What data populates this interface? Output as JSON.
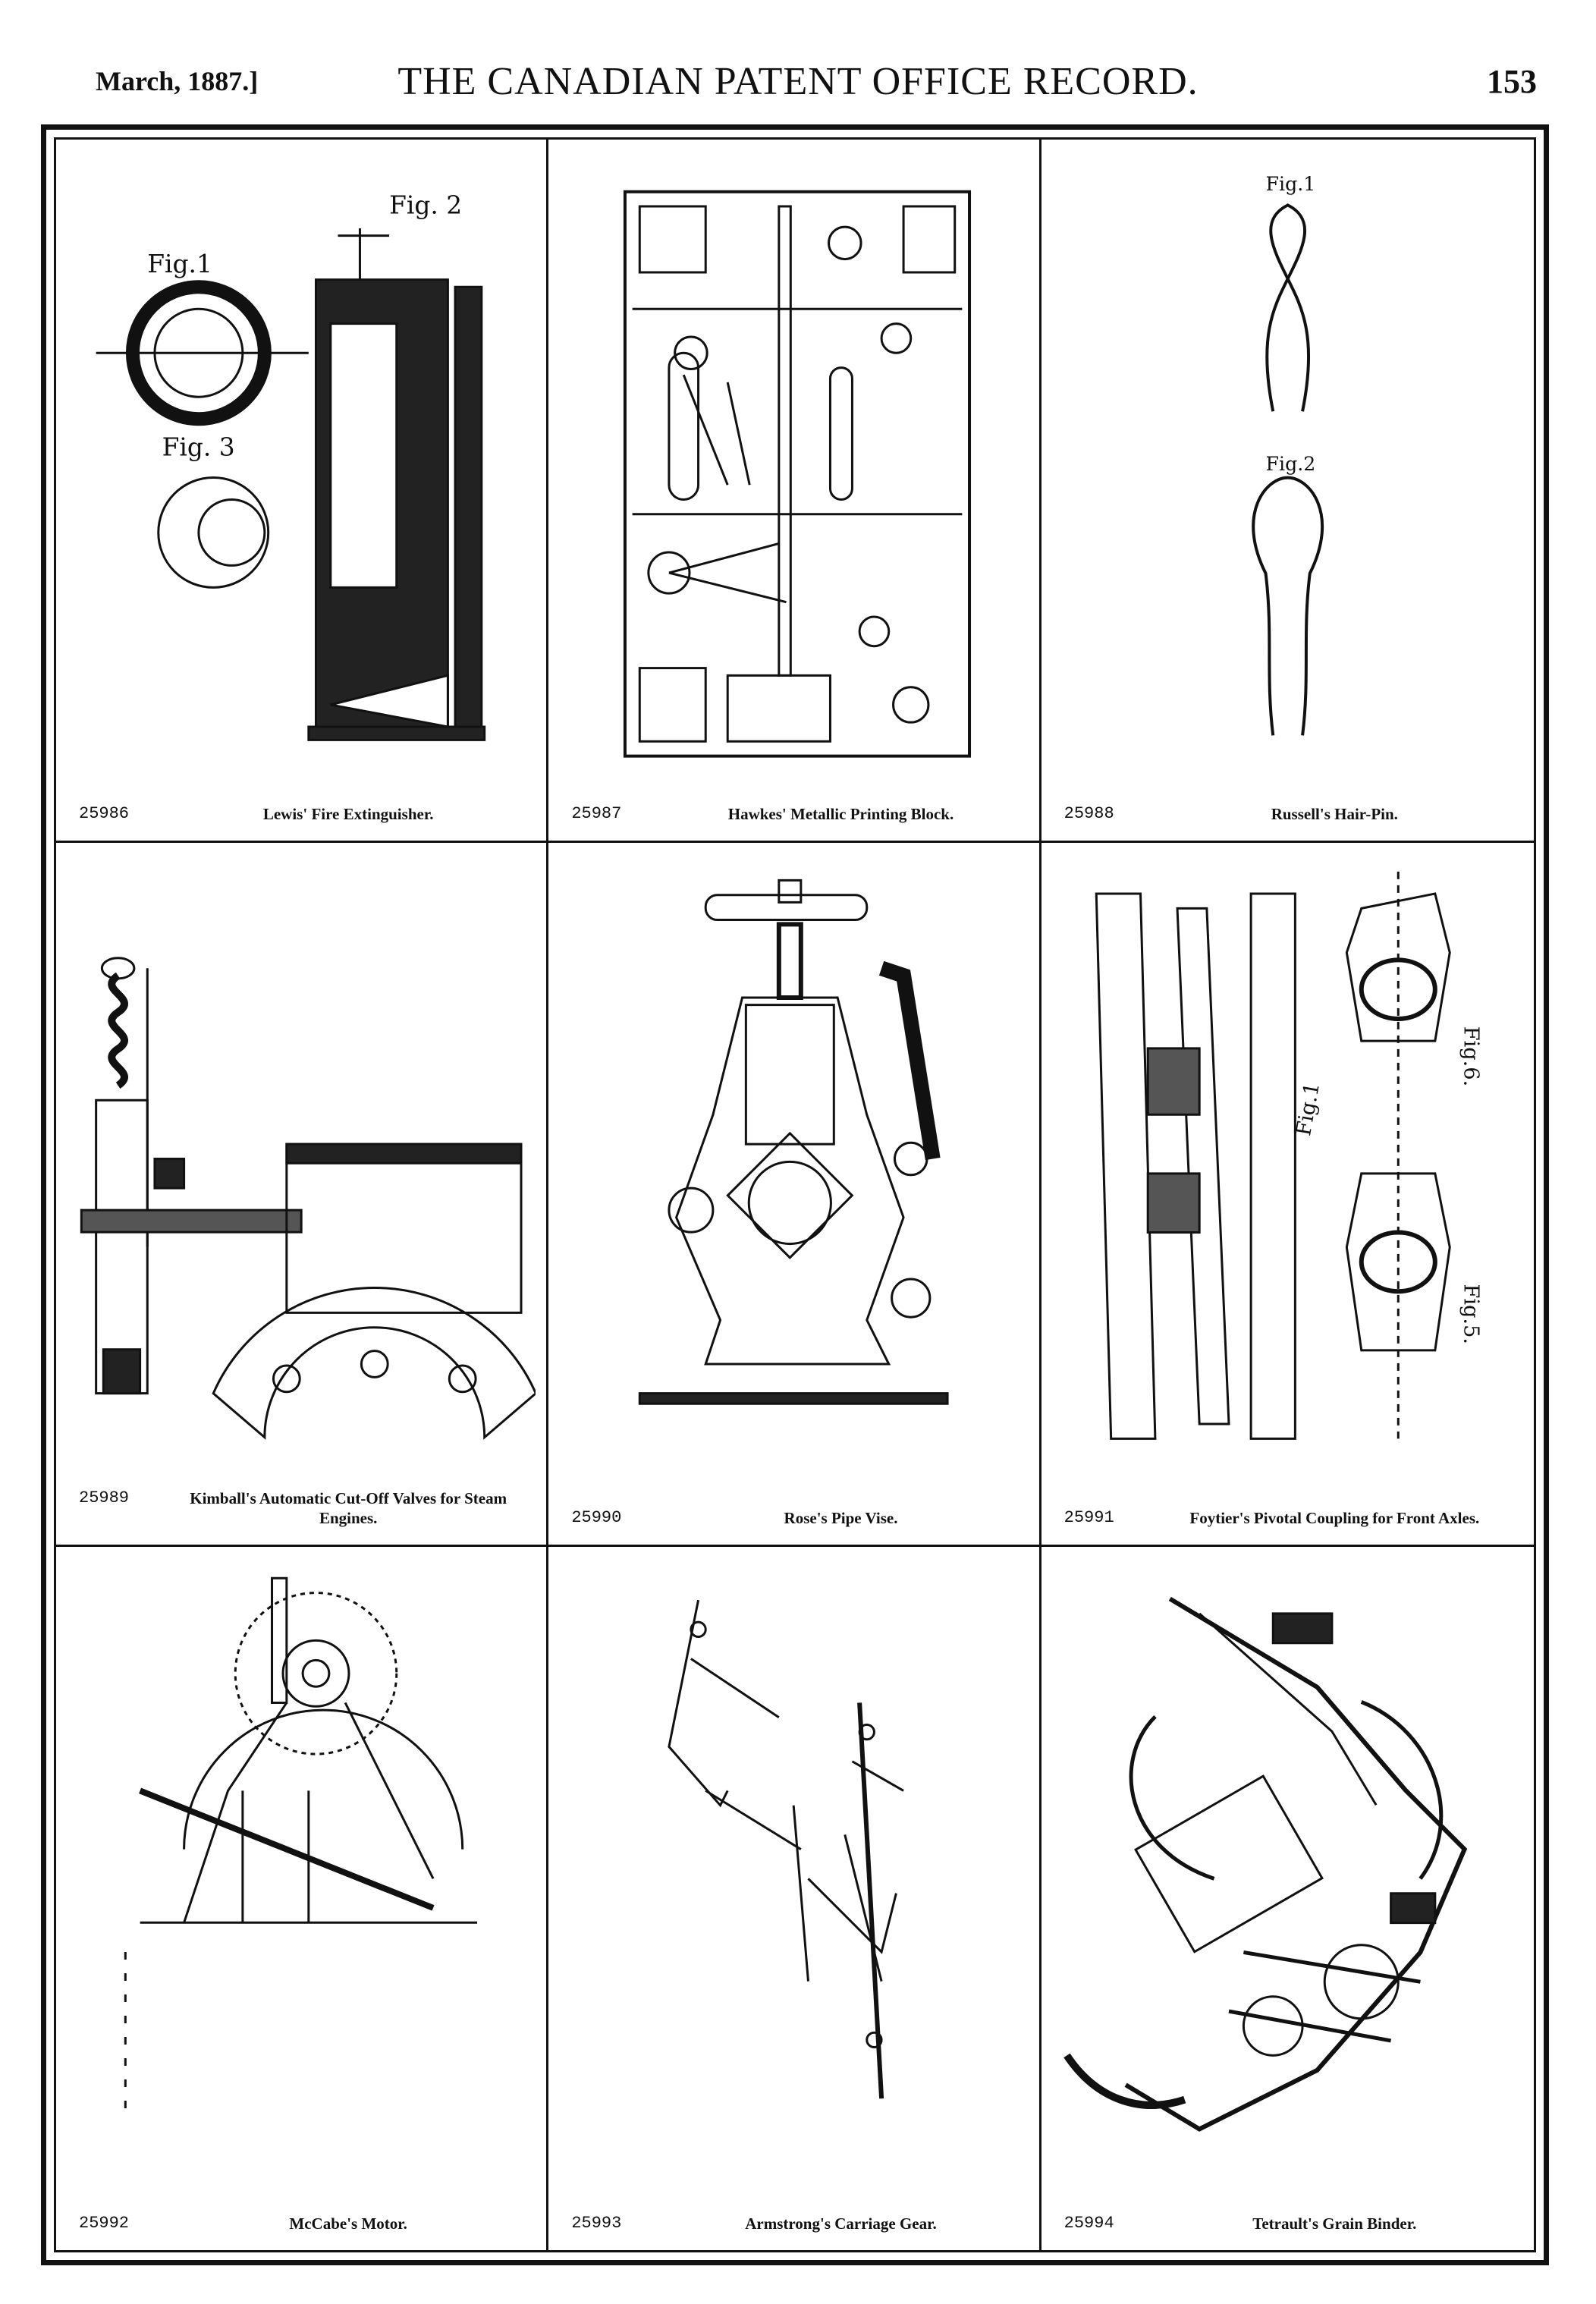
{
  "header": {
    "date": "March, 1887.]",
    "title": "THE CANADIAN PATENT OFFICE RECORD.",
    "page_number": "153"
  },
  "patents": [
    {
      "number": "25986",
      "caption": "Lewis' Fire Extinguisher.",
      "figure_labels": [
        "Fig. 2",
        "Fig.1",
        "Fig. 3"
      ]
    },
    {
      "number": "25987",
      "caption": "Hawkes' Metallic Printing Block."
    },
    {
      "number": "25988",
      "caption": "Russell's Hair-Pin.",
      "figure_labels": [
        "Fig.1",
        "Fig.2"
      ]
    },
    {
      "number": "25989",
      "caption": "Kimball's Automatic Cut-Off Valves for Steam Engines."
    },
    {
      "number": "25990",
      "caption": "Rose's Pipe Vise."
    },
    {
      "number": "25991",
      "caption": "Foytier's Pivotal Coupling for Front Axles.",
      "figure_labels": [
        "Fig.6.",
        "Fig.1",
        "Fig.5."
      ]
    },
    {
      "number": "25992",
      "caption": "McCabe's Motor."
    },
    {
      "number": "25993",
      "caption": "Armstrong's Carriage Gear."
    },
    {
      "number": "25994",
      "caption": "Tetrault's Grain Binder."
    }
  ]
}
